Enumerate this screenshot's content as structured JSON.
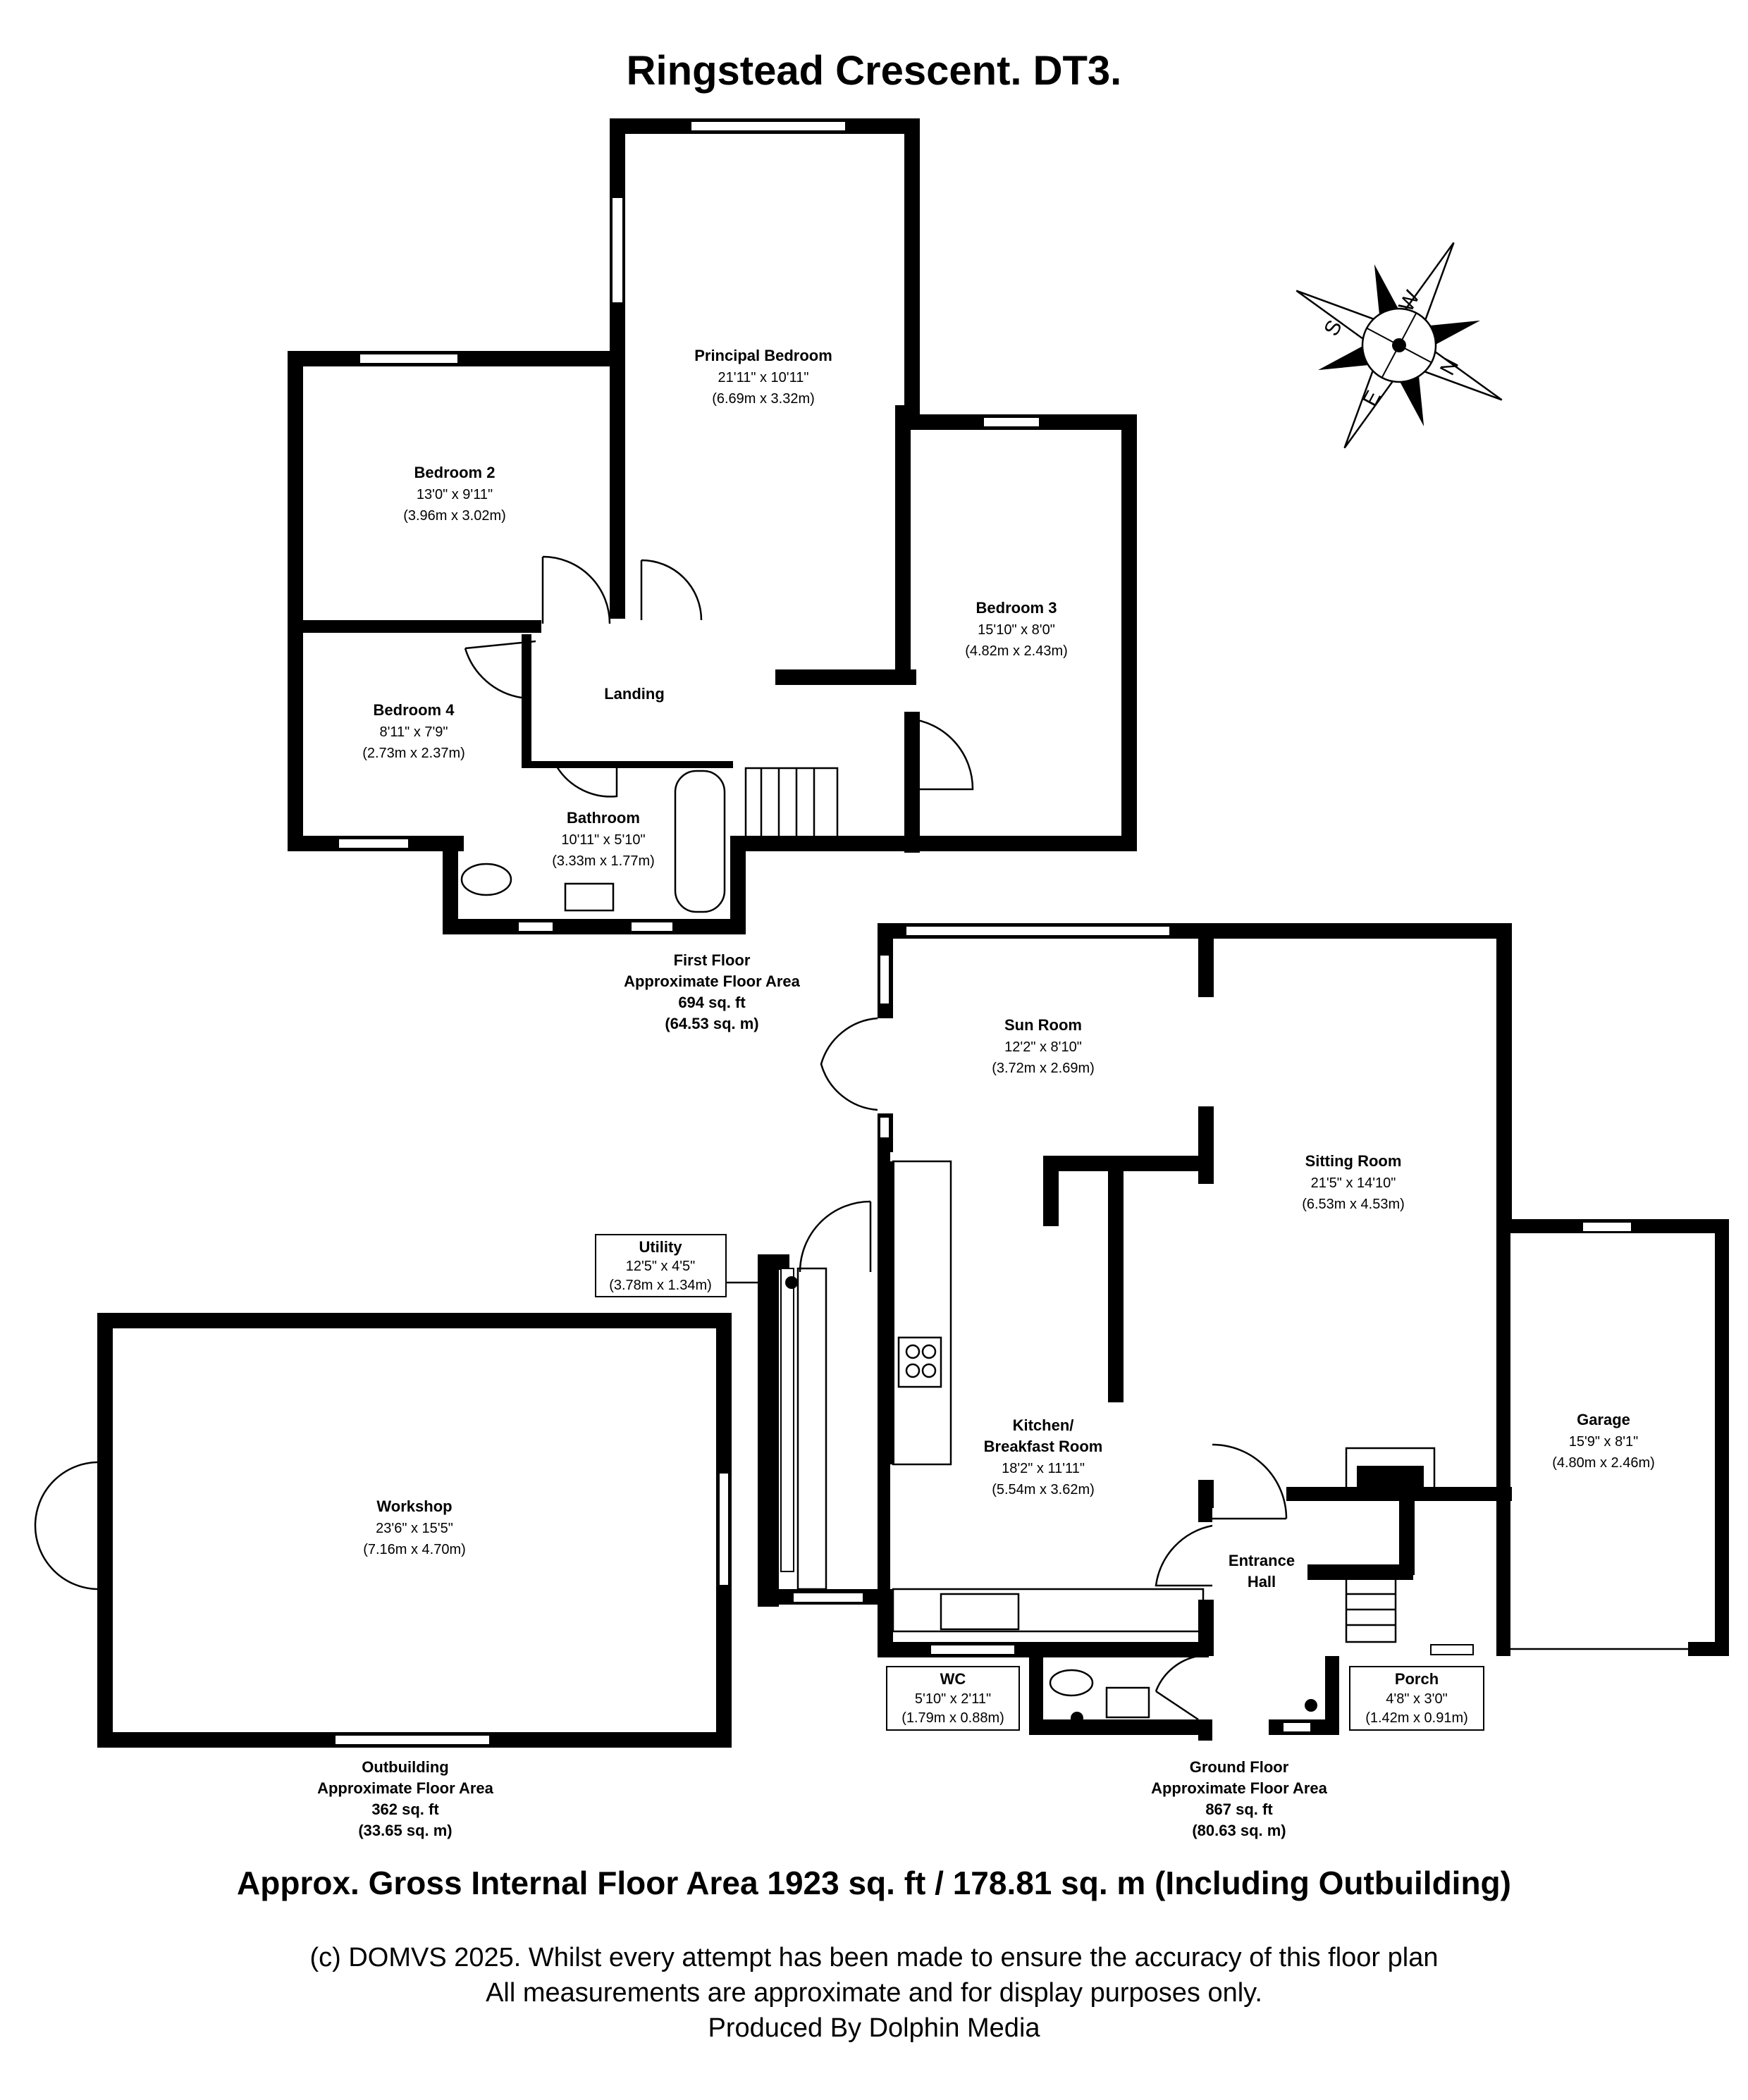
{
  "title": "Ringstead Crescent. DT3.",
  "rooms": {
    "principal_bedroom": {
      "name": "Principal Bedroom",
      "dim_imperial": "21'11\" x 10'11\"",
      "dim_metric": "(6.69m x 3.32m)"
    },
    "bedroom2": {
      "name": "Bedroom 2",
      "dim_imperial": "13'0\" x 9'11\"",
      "dim_metric": "(3.96m x 3.02m)"
    },
    "bedroom3": {
      "name": "Bedroom 3",
      "dim_imperial": "15'10\" x 8'0\"",
      "dim_metric": "(4.82m x 2.43m)"
    },
    "bedroom4": {
      "name": "Bedroom 4",
      "dim_imperial": "8'11\" x 7'9\"",
      "dim_metric": "(2.73m x 2.37m)"
    },
    "landing": {
      "name": "Landing"
    },
    "bathroom": {
      "name": "Bathroom",
      "dim_imperial": "10'11\" x 5'10\"",
      "dim_metric": "(3.33m x 1.77m)"
    },
    "sun_room": {
      "name": "Sun Room",
      "dim_imperial": "12'2\" x 8'10\"",
      "dim_metric": "(3.72m x 2.69m)"
    },
    "sitting_room": {
      "name": "Sitting Room",
      "dim_imperial": "21'5\" x 14'10\"",
      "dim_metric": "(6.53m x 4.53m)"
    },
    "utility": {
      "name": "Utility",
      "dim_imperial": "12'5\" x 4'5\"",
      "dim_metric": "(3.78m x 1.34m)"
    },
    "kitchen": {
      "name_line1": "Kitchen/",
      "name_line2": "Breakfast Room",
      "dim_imperial": "18'2\" x 11'11\"",
      "dim_metric": "(5.54m x 3.62m)"
    },
    "garage": {
      "name": "Garage",
      "dim_imperial": "15'9\" x 8'1\"",
      "dim_metric": "(4.80m x 2.46m)"
    },
    "workshop": {
      "name": "Workshop",
      "dim_imperial": "23'6\" x 15'5\"",
      "dim_metric": "(7.16m x 4.70m)"
    },
    "entrance_hall": {
      "name_line1": "Entrance",
      "name_line2": "Hall"
    },
    "wc": {
      "name": "WC",
      "dim_imperial": "5'10\" x 2'11\"",
      "dim_metric": "(1.79m x 0.88m)"
    },
    "porch": {
      "name": "Porch",
      "dim_imperial": "4'8\" x 3'0\"",
      "dim_metric": "(1.42m x 0.91m)"
    }
  },
  "floor_areas": {
    "first_floor": {
      "line1": "First Floor",
      "line2": "Approximate Floor Area",
      "line3": "694 sq. ft",
      "line4": "(64.53 sq. m)"
    },
    "ground_floor": {
      "line1": "Ground Floor",
      "line2": "Approximate Floor Area",
      "line3": "867 sq. ft",
      "line4": "(80.63 sq. m)"
    },
    "outbuilding": {
      "line1": "Outbuilding",
      "line2": "Approximate Floor Area",
      "line3": "362 sq. ft",
      "line4": "(33.65 sq. m)"
    }
  },
  "compass": {
    "w": "W",
    "n": "N",
    "s": "S",
    "e": "E"
  },
  "gross_area": "Approx. Gross Internal Floor Area 1923 sq. ft / 178.81 sq. m (Including Outbuilding)",
  "disclaimer": {
    "line1": "(c) DOMVS 2025. Whilst every attempt has been made to ensure the accuracy of this floor plan",
    "line2": "All measurements are approximate and for display purposes only.",
    "line3": "Produced By Dolphin Media"
  }
}
